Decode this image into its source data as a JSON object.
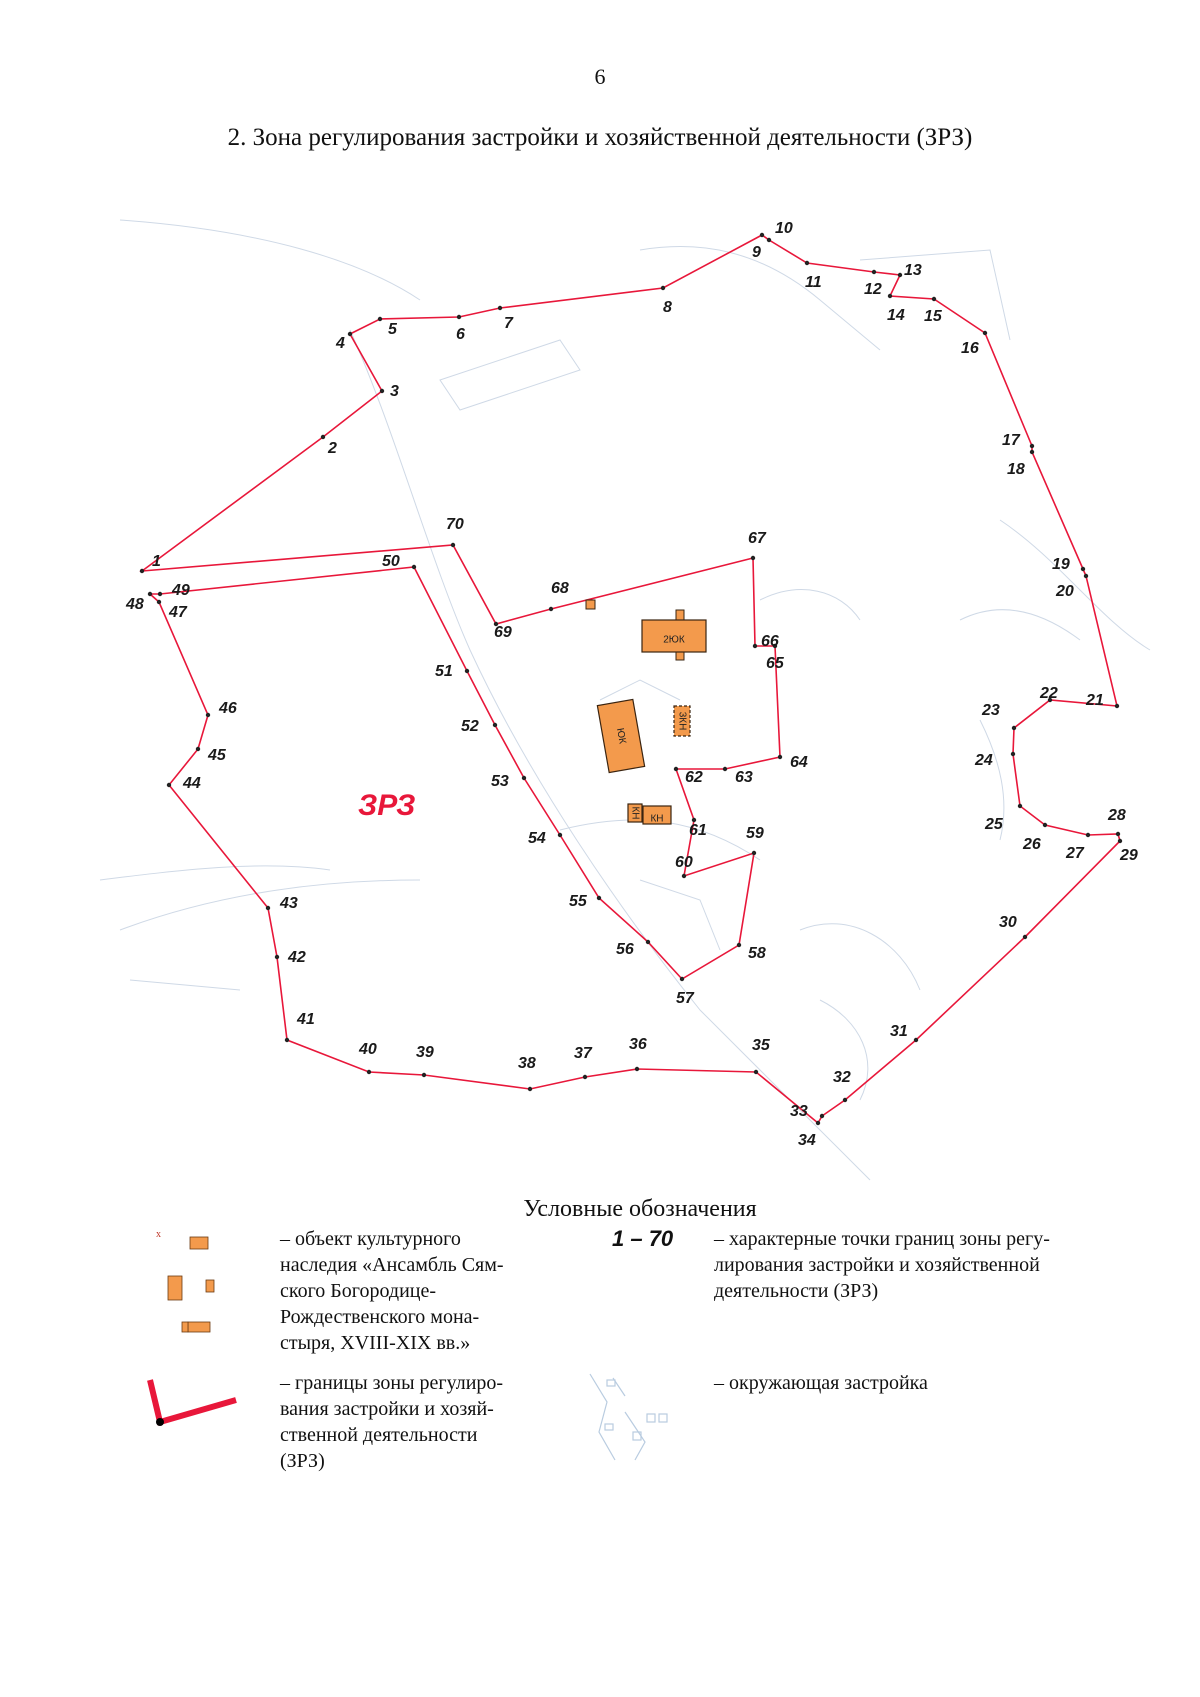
{
  "page": {
    "number": "6",
    "title": "2. Зона регулирования застройки и хозяйственной деятельности (ЗРЗ)"
  },
  "map": {
    "zone_label": "ЗРЗ",
    "boundary_color": "#e8173a",
    "building_color": "#f39a4c",
    "background_lines_color": "#cfd9e6",
    "boundary_points": [
      {
        "n": "1"
      },
      {
        "n": "2"
      },
      {
        "n": "3"
      },
      {
        "n": "4"
      },
      {
        "n": "5"
      },
      {
        "n": "6"
      },
      {
        "n": "7"
      },
      {
        "n": "8"
      },
      {
        "n": "9"
      },
      {
        "n": "10"
      },
      {
        "n": "11"
      },
      {
        "n": "12"
      },
      {
        "n": "13"
      },
      {
        "n": "14"
      },
      {
        "n": "15"
      },
      {
        "n": "16"
      },
      {
        "n": "17"
      },
      {
        "n": "18"
      },
      {
        "n": "19"
      },
      {
        "n": "20"
      },
      {
        "n": "21"
      },
      {
        "n": "22"
      },
      {
        "n": "23"
      },
      {
        "n": "24"
      },
      {
        "n": "25"
      },
      {
        "n": "26"
      },
      {
        "n": "27"
      },
      {
        "n": "28"
      },
      {
        "n": "29"
      },
      {
        "n": "30"
      },
      {
        "n": "31"
      },
      {
        "n": "32"
      },
      {
        "n": "33"
      },
      {
        "n": "34"
      },
      {
        "n": "35"
      },
      {
        "n": "36"
      },
      {
        "n": "37"
      },
      {
        "n": "38"
      },
      {
        "n": "39"
      },
      {
        "n": "40"
      },
      {
        "n": "41"
      },
      {
        "n": "42"
      },
      {
        "n": "43"
      },
      {
        "n": "44"
      },
      {
        "n": "45"
      },
      {
        "n": "46"
      },
      {
        "n": "47"
      },
      {
        "n": "48"
      },
      {
        "n": "49"
      },
      {
        "n": "50"
      },
      {
        "n": "51"
      },
      {
        "n": "52"
      },
      {
        "n": "53"
      },
      {
        "n": "54"
      },
      {
        "n": "55"
      },
      {
        "n": "56"
      },
      {
        "n": "57"
      },
      {
        "n": "58"
      },
      {
        "n": "59"
      },
      {
        "n": "60"
      },
      {
        "n": "61"
      },
      {
        "n": "62"
      },
      {
        "n": "63"
      },
      {
        "n": "64"
      },
      {
        "n": "65"
      },
      {
        "n": "66"
      },
      {
        "n": "67"
      },
      {
        "n": "68"
      },
      {
        "n": "69"
      },
      {
        "n": "70"
      }
    ],
    "buildings": [
      {
        "label": "2ЮК"
      },
      {
        "label": "ЮК"
      },
      {
        "label": "3КН"
      },
      {
        "label": "КН"
      },
      {
        "label": "КН"
      }
    ]
  },
  "legend": {
    "title": "Условные обозначения",
    "heritage_text": "– объект культурного\nнаследия «Ансамбль Сям-\nского Богородице-\nРождественского мона-\nстыря, XVIII-XIX вв.»",
    "boundary_text": "– границы зоны регулиро-\nвания застройки и хозяй-\nственной деятельности\n(ЗРЗ)",
    "range": "1 – 70",
    "points_text": "– характерные точки границ зоны регу-\nлирования застройки и хозяйственной\nдеятельности (ЗРЗ)",
    "surrounding_text": "– окружающая застройка"
  }
}
